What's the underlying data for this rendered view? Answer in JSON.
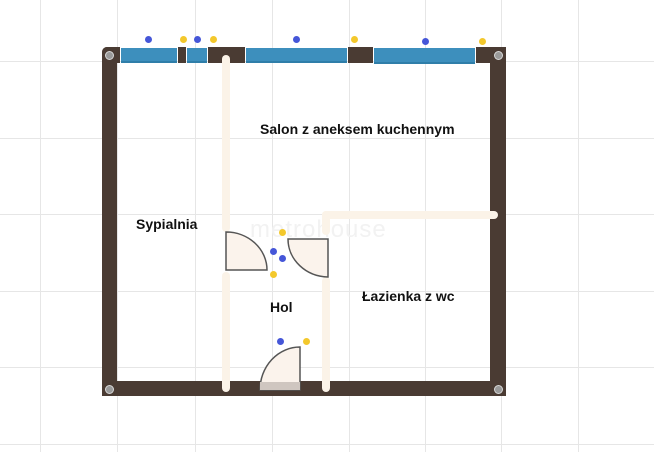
{
  "plan": {
    "rooms": [
      {
        "id": "salon",
        "label": "Salon z aneksem kuchennym"
      },
      {
        "id": "sypialnia",
        "label": "Sypialnia"
      },
      {
        "id": "hol",
        "label": "Hol"
      },
      {
        "id": "lazienka",
        "label": "Łazienka z wc"
      }
    ],
    "watermark": "metrohouse",
    "colors": {
      "outer_wall": "#4a3b33",
      "inner_wall": "#fbf3e8",
      "window": "#3d8fbd",
      "door_fill": "#fbf3ec",
      "marker_blue": "#4556d8",
      "marker_yellow": "#f3c82c",
      "grid": "#e6e6e6"
    },
    "windows_count": 4,
    "doors_count": 3
  }
}
